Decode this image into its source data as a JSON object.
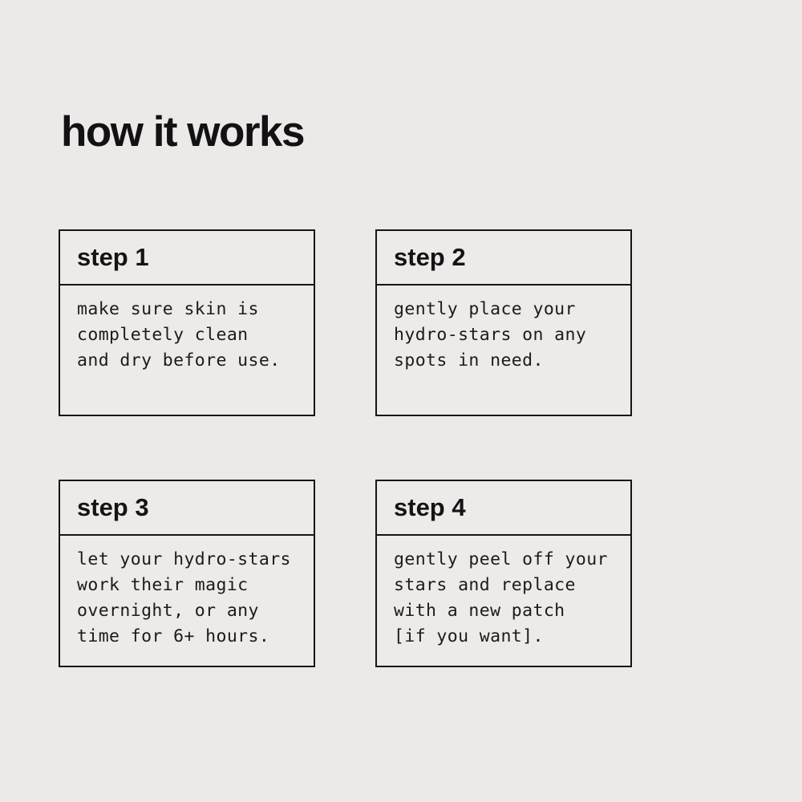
{
  "page": {
    "title": "how it works",
    "background_color": "#ECE9E8",
    "text_color": "#161616",
    "border_color": "#151515"
  },
  "steps": [
    {
      "label": "step 1",
      "lines": [
        "make sure skin is",
        "completely clean",
        "and dry before use."
      ]
    },
    {
      "label": "step 2",
      "lines": [
        "gently place your",
        "hydro-stars on any",
        "spots in need."
      ]
    },
    {
      "label": "step 3",
      "lines": [
        "let your hydro-stars",
        "work their magic",
        "overnight, or any",
        "time for 6+ hours."
      ]
    },
    {
      "label": "step 4",
      "lines": [
        "gently peel off your",
        "stars and replace",
        "with a new patch",
        "[if you want]."
      ]
    }
  ]
}
